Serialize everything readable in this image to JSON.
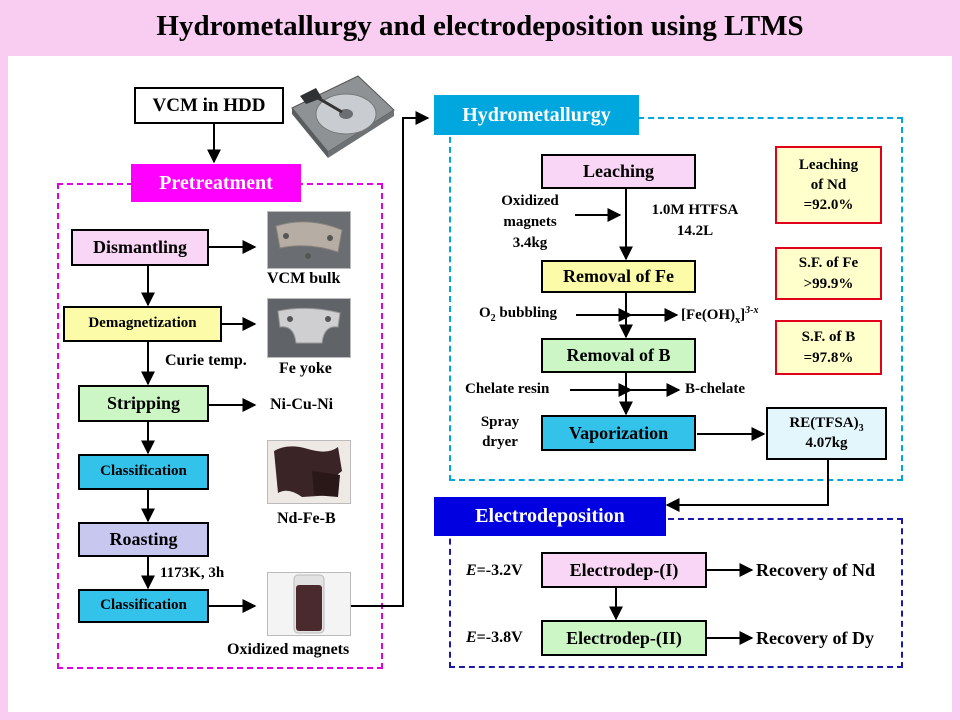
{
  "title": "Hydrometallurgy and electrodeposition using LTMS",
  "pretreatment": {
    "source_box": "VCM in HDD",
    "header": "Pretreatment",
    "steps": [
      "Dismantling",
      "Demagnetization",
      "Stripping",
      "Classification",
      "Roasting",
      "Classification"
    ],
    "products": [
      "VCM bulk",
      "Fe yoke",
      "Ni-Cu-Ni",
      "Nd-Fe-B",
      "Oxidized magnets"
    ],
    "conditions": [
      "Curie temp.",
      "1173K, 3h"
    ]
  },
  "hydrometallurgy": {
    "header": "Hydrometallurgy",
    "steps": [
      "Leaching",
      "Removal of Fe",
      "Removal of B",
      "Vaporization"
    ],
    "input_lines": [
      "Oxidized",
      "magnets",
      "3.4kg"
    ],
    "reagent_lines": [
      "1.0M HTFSA",
      "14.2L"
    ],
    "o2_main": "O",
    "o2_sub": "2",
    "o2_rest": " bubbling",
    "feoh_main": "[Fe(OH)",
    "feoh_sub": "x",
    "feoh_close": "]",
    "feoh_sup": "3-x",
    "chelate_resin": "Chelate resin",
    "b_chelate": "B-chelate",
    "spray_lines": [
      "Spray",
      "dryer"
    ],
    "product_main": "RE(TFSA)",
    "product_sub": "3",
    "product_mass": "4.07kg",
    "results": [
      [
        "Leaching",
        "of Nd",
        "=92.0%"
      ],
      [
        "S.F. of Fe",
        ">99.9%"
      ],
      [
        "S.F. of B",
        "=97.8%"
      ]
    ]
  },
  "electrodeposition": {
    "header": "Electrodeposition",
    "steps": [
      "Electrodep-(I)",
      "Electrodep-(II)"
    ],
    "potentials": [
      {
        "symbol": "E",
        "value": "=-3.2V"
      },
      {
        "symbol": "E",
        "value": "=-3.8V"
      }
    ],
    "outputs": [
      "Recovery of Nd",
      "Recovery of Dy"
    ]
  },
  "colors": {
    "background": "#f9ccf2",
    "pretreatment_header": "#ff00ff",
    "hydro_header": "#00a6de",
    "electro_header": "#0000e0",
    "step_pink": "#f9d6f5",
    "step_yellow": "#fcfca8",
    "step_green": "#ccf7c4",
    "step_cyan": "#33c2ea",
    "step_lavender": "#c7c7f0",
    "result_fill": "#ffffcc",
    "result_border": "#e0001c",
    "product_fill": "#e3f6fc"
  }
}
